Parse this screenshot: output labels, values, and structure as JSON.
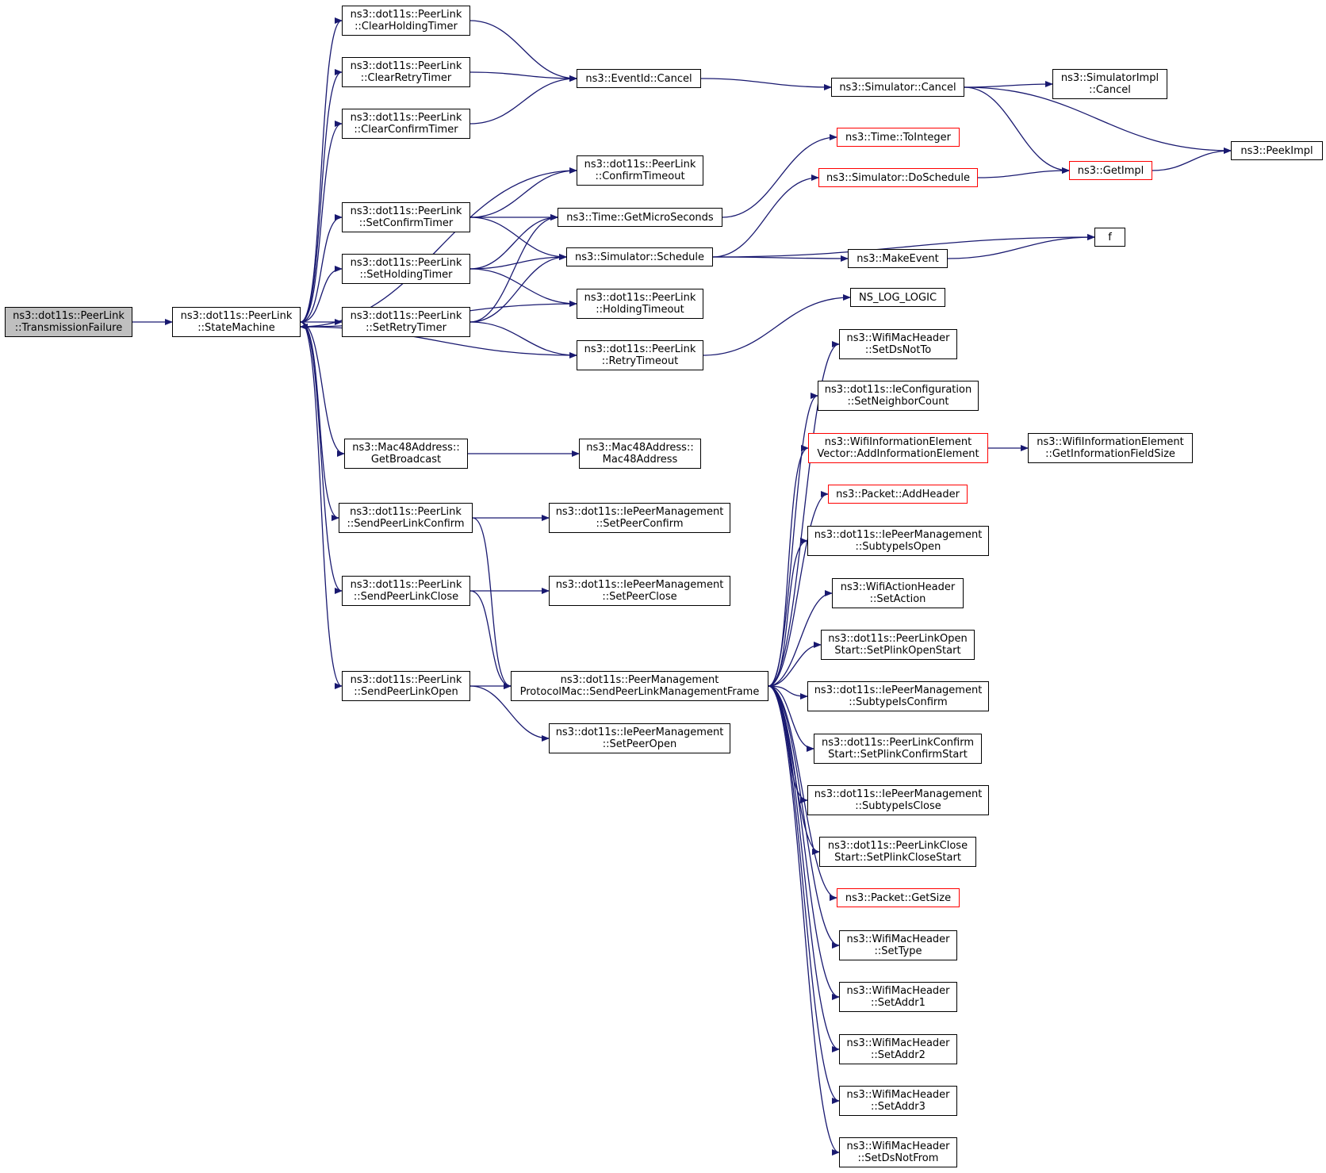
{
  "colors": {
    "edge": "#191970",
    "border": "#000000",
    "highlight_border": "#ff0000",
    "root_fill": "#bfbfbf"
  },
  "nodes": {
    "transmission_failure": {
      "lines": [
        "ns3::dot11s::PeerLink",
        "::TransmissionFailure"
      ],
      "root": true
    },
    "state_machine": {
      "lines": [
        "ns3::dot11s::PeerLink",
        "::StateMachine"
      ]
    },
    "clear_holding_timer": {
      "lines": [
        "ns3::dot11s::PeerLink",
        "::ClearHoldingTimer"
      ]
    },
    "clear_retry_timer": {
      "lines": [
        "ns3::dot11s::PeerLink",
        "::ClearRetryTimer"
      ]
    },
    "clear_confirm_timer": {
      "lines": [
        "ns3::dot11s::PeerLink",
        "::ClearConfirmTimer"
      ]
    },
    "set_confirm_timer": {
      "lines": [
        "ns3::dot11s::PeerLink",
        "::SetConfirmTimer"
      ]
    },
    "set_holding_timer": {
      "lines": [
        "ns3::dot11s::PeerLink",
        "::SetHoldingTimer"
      ]
    },
    "set_retry_timer": {
      "lines": [
        "ns3::dot11s::PeerLink",
        "::SetRetryTimer"
      ]
    },
    "get_broadcast": {
      "lines": [
        "ns3::Mac48Address::",
        "GetBroadcast"
      ]
    },
    "send_peer_link_confirm": {
      "lines": [
        "ns3::dot11s::PeerLink",
        "::SendPeerLinkConfirm"
      ]
    },
    "send_peer_link_close": {
      "lines": [
        "ns3::dot11s::PeerLink",
        "::SendPeerLinkClose"
      ]
    },
    "send_peer_link_open": {
      "lines": [
        "ns3::dot11s::PeerLink",
        "::SendPeerLinkOpen"
      ]
    },
    "eventid_cancel": {
      "lines": [
        "ns3::EventId::Cancel"
      ]
    },
    "confirm_timeout": {
      "lines": [
        "ns3::dot11s::PeerLink",
        "::ConfirmTimeout"
      ]
    },
    "get_micro_seconds": {
      "lines": [
        "ns3::Time::GetMicroSeconds"
      ]
    },
    "simulator_schedule": {
      "lines": [
        "ns3::Simulator::Schedule"
      ]
    },
    "holding_timeout": {
      "lines": [
        "ns3::dot11s::PeerLink",
        "::HoldingTimeout"
      ]
    },
    "retry_timeout": {
      "lines": [
        "ns3::dot11s::PeerLink",
        "::RetryTimeout"
      ]
    },
    "mac48address_ctor": {
      "lines": [
        "ns3::Mac48Address::",
        "Mac48Address"
      ]
    },
    "set_peer_confirm": {
      "lines": [
        "ns3::dot11s::IePeerManagement",
        "::SetPeerConfirm"
      ]
    },
    "set_peer_close": {
      "lines": [
        "ns3::dot11s::IePeerManagement",
        "::SetPeerClose"
      ]
    },
    "send_mgmt_frame": {
      "lines": [
        "ns3::dot11s::PeerManagement",
        "ProtocolMac::SendPeerLinkManagementFrame"
      ]
    },
    "set_peer_open": {
      "lines": [
        "ns3::dot11s::IePeerManagement",
        "::SetPeerOpen"
      ]
    },
    "simulator_cancel": {
      "lines": [
        "ns3::Simulator::Cancel"
      ]
    },
    "time_to_integer": {
      "lines": [
        "ns3::Time::ToInteger"
      ],
      "highlight": true
    },
    "simulator_do_schedule": {
      "lines": [
        "ns3::Simulator::DoSchedule"
      ],
      "highlight": true
    },
    "make_event": {
      "lines": [
        "ns3::MakeEvent"
      ]
    },
    "ns_log_logic": {
      "lines": [
        "NS_LOG_LOGIC"
      ]
    },
    "set_ds_not_to": {
      "lines": [
        "ns3::WifiMacHeader",
        "::SetDsNotTo"
      ]
    },
    "set_neighbor_count": {
      "lines": [
        "ns3::dot11s::IeConfiguration",
        "::SetNeighborCount"
      ]
    },
    "add_information_element": {
      "lines": [
        "ns3::WifiInformationElement",
        "Vector::AddInformationElement"
      ],
      "highlight": true
    },
    "packet_add_header": {
      "lines": [
        "ns3::Packet::AddHeader"
      ],
      "highlight": true
    },
    "subtype_is_open": {
      "lines": [
        "ns3::dot11s::IePeerManagement",
        "::SubtypeIsOpen"
      ]
    },
    "set_action": {
      "lines": [
        "ns3::WifiActionHeader",
        "::SetAction"
      ]
    },
    "set_plink_open_start": {
      "lines": [
        "ns3::dot11s::PeerLinkOpen",
        "Start::SetPlinkOpenStart"
      ]
    },
    "subtype_is_confirm": {
      "lines": [
        "ns3::dot11s::IePeerManagement",
        "::SubtypeIsConfirm"
      ]
    },
    "set_plink_confirm_start": {
      "lines": [
        "ns3::dot11s::PeerLinkConfirm",
        "Start::SetPlinkConfirmStart"
      ]
    },
    "subtype_is_close": {
      "lines": [
        "ns3::dot11s::IePeerManagement",
        "::SubtypeIsClose"
      ]
    },
    "set_plink_close_start": {
      "lines": [
        "ns3::dot11s::PeerLinkClose",
        "Start::SetPlinkCloseStart"
      ]
    },
    "packet_get_size": {
      "lines": [
        "ns3::Packet::GetSize"
      ],
      "highlight": true
    },
    "set_type": {
      "lines": [
        "ns3::WifiMacHeader",
        "::SetType"
      ]
    },
    "set_addr1": {
      "lines": [
        "ns3::WifiMacHeader",
        "::SetAddr1"
      ]
    },
    "set_addr2": {
      "lines": [
        "ns3::WifiMacHeader",
        "::SetAddr2"
      ]
    },
    "set_addr3": {
      "lines": [
        "ns3::WifiMacHeader",
        "::SetAddr3"
      ]
    },
    "set_ds_not_from": {
      "lines": [
        "ns3::WifiMacHeader",
        "::SetDsNotFrom"
      ]
    },
    "simulator_impl_cancel": {
      "lines": [
        "ns3::SimulatorImpl",
        "::Cancel"
      ]
    },
    "get_impl": {
      "lines": [
        "ns3::GetImpl"
      ],
      "highlight": true
    },
    "f": {
      "lines": [
        "f"
      ]
    },
    "get_information_field_size": {
      "lines": [
        "ns3::WifiInformationElement",
        "::GetInformationFieldSize"
      ]
    },
    "peek_impl": {
      "lines": [
        "ns3::PeekImpl"
      ]
    }
  },
  "edges": [
    [
      "transmission_failure",
      "state_machine"
    ],
    [
      "state_machine",
      "clear_holding_timer"
    ],
    [
      "state_machine",
      "clear_retry_timer"
    ],
    [
      "state_machine",
      "clear_confirm_timer"
    ],
    [
      "state_machine",
      "set_confirm_timer"
    ],
    [
      "state_machine",
      "set_holding_timer"
    ],
    [
      "state_machine",
      "set_retry_timer"
    ],
    [
      "state_machine",
      "get_broadcast"
    ],
    [
      "state_machine",
      "send_peer_link_confirm"
    ],
    [
      "state_machine",
      "send_peer_link_close"
    ],
    [
      "state_machine",
      "send_peer_link_open"
    ],
    [
      "confirm_timeout",
      "state_machine"
    ],
    [
      "holding_timeout",
      "state_machine"
    ],
    [
      "retry_timeout",
      "state_machine"
    ],
    [
      "clear_holding_timer",
      "eventid_cancel"
    ],
    [
      "clear_retry_timer",
      "eventid_cancel"
    ],
    [
      "clear_confirm_timer",
      "eventid_cancel"
    ],
    [
      "set_confirm_timer",
      "confirm_timeout"
    ],
    [
      "set_confirm_timer",
      "get_micro_seconds"
    ],
    [
      "set_confirm_timer",
      "simulator_schedule"
    ],
    [
      "set_holding_timer",
      "get_micro_seconds"
    ],
    [
      "set_holding_timer",
      "simulator_schedule"
    ],
    [
      "set_holding_timer",
      "holding_timeout"
    ],
    [
      "set_retry_timer",
      "get_micro_seconds"
    ],
    [
      "set_retry_timer",
      "simulator_schedule"
    ],
    [
      "set_retry_timer",
      "retry_timeout"
    ],
    [
      "get_broadcast",
      "mac48address_ctor"
    ],
    [
      "send_peer_link_confirm",
      "set_peer_confirm"
    ],
    [
      "send_peer_link_confirm",
      "send_mgmt_frame"
    ],
    [
      "send_peer_link_close",
      "set_peer_close"
    ],
    [
      "send_peer_link_close",
      "send_mgmt_frame"
    ],
    [
      "send_peer_link_open",
      "send_mgmt_frame"
    ],
    [
      "send_peer_link_open",
      "set_peer_open"
    ],
    [
      "eventid_cancel",
      "simulator_cancel"
    ],
    [
      "get_micro_seconds",
      "time_to_integer"
    ],
    [
      "simulator_schedule",
      "simulator_do_schedule"
    ],
    [
      "simulator_schedule",
      "f"
    ],
    [
      "simulator_schedule",
      "make_event"
    ],
    [
      "retry_timeout",
      "ns_log_logic"
    ],
    [
      "send_mgmt_frame",
      "set_ds_not_to"
    ],
    [
      "send_mgmt_frame",
      "set_neighbor_count"
    ],
    [
      "send_mgmt_frame",
      "add_information_element"
    ],
    [
      "send_mgmt_frame",
      "packet_add_header"
    ],
    [
      "send_mgmt_frame",
      "subtype_is_open"
    ],
    [
      "send_mgmt_frame",
      "set_action"
    ],
    [
      "send_mgmt_frame",
      "set_plink_open_start"
    ],
    [
      "send_mgmt_frame",
      "subtype_is_confirm"
    ],
    [
      "send_mgmt_frame",
      "set_plink_confirm_start"
    ],
    [
      "send_mgmt_frame",
      "subtype_is_close"
    ],
    [
      "send_mgmt_frame",
      "set_plink_close_start"
    ],
    [
      "send_mgmt_frame",
      "packet_get_size"
    ],
    [
      "send_mgmt_frame",
      "set_type"
    ],
    [
      "send_mgmt_frame",
      "set_addr1"
    ],
    [
      "send_mgmt_frame",
      "set_addr2"
    ],
    [
      "send_mgmt_frame",
      "set_addr3"
    ],
    [
      "send_mgmt_frame",
      "set_ds_not_from"
    ],
    [
      "simulator_cancel",
      "simulator_impl_cancel"
    ],
    [
      "simulator_cancel",
      "peek_impl"
    ],
    [
      "simulator_cancel",
      "get_impl"
    ],
    [
      "simulator_do_schedule",
      "get_impl"
    ],
    [
      "make_event",
      "f"
    ],
    [
      "add_information_element",
      "get_information_field_size"
    ],
    [
      "get_impl",
      "peek_impl"
    ]
  ]
}
